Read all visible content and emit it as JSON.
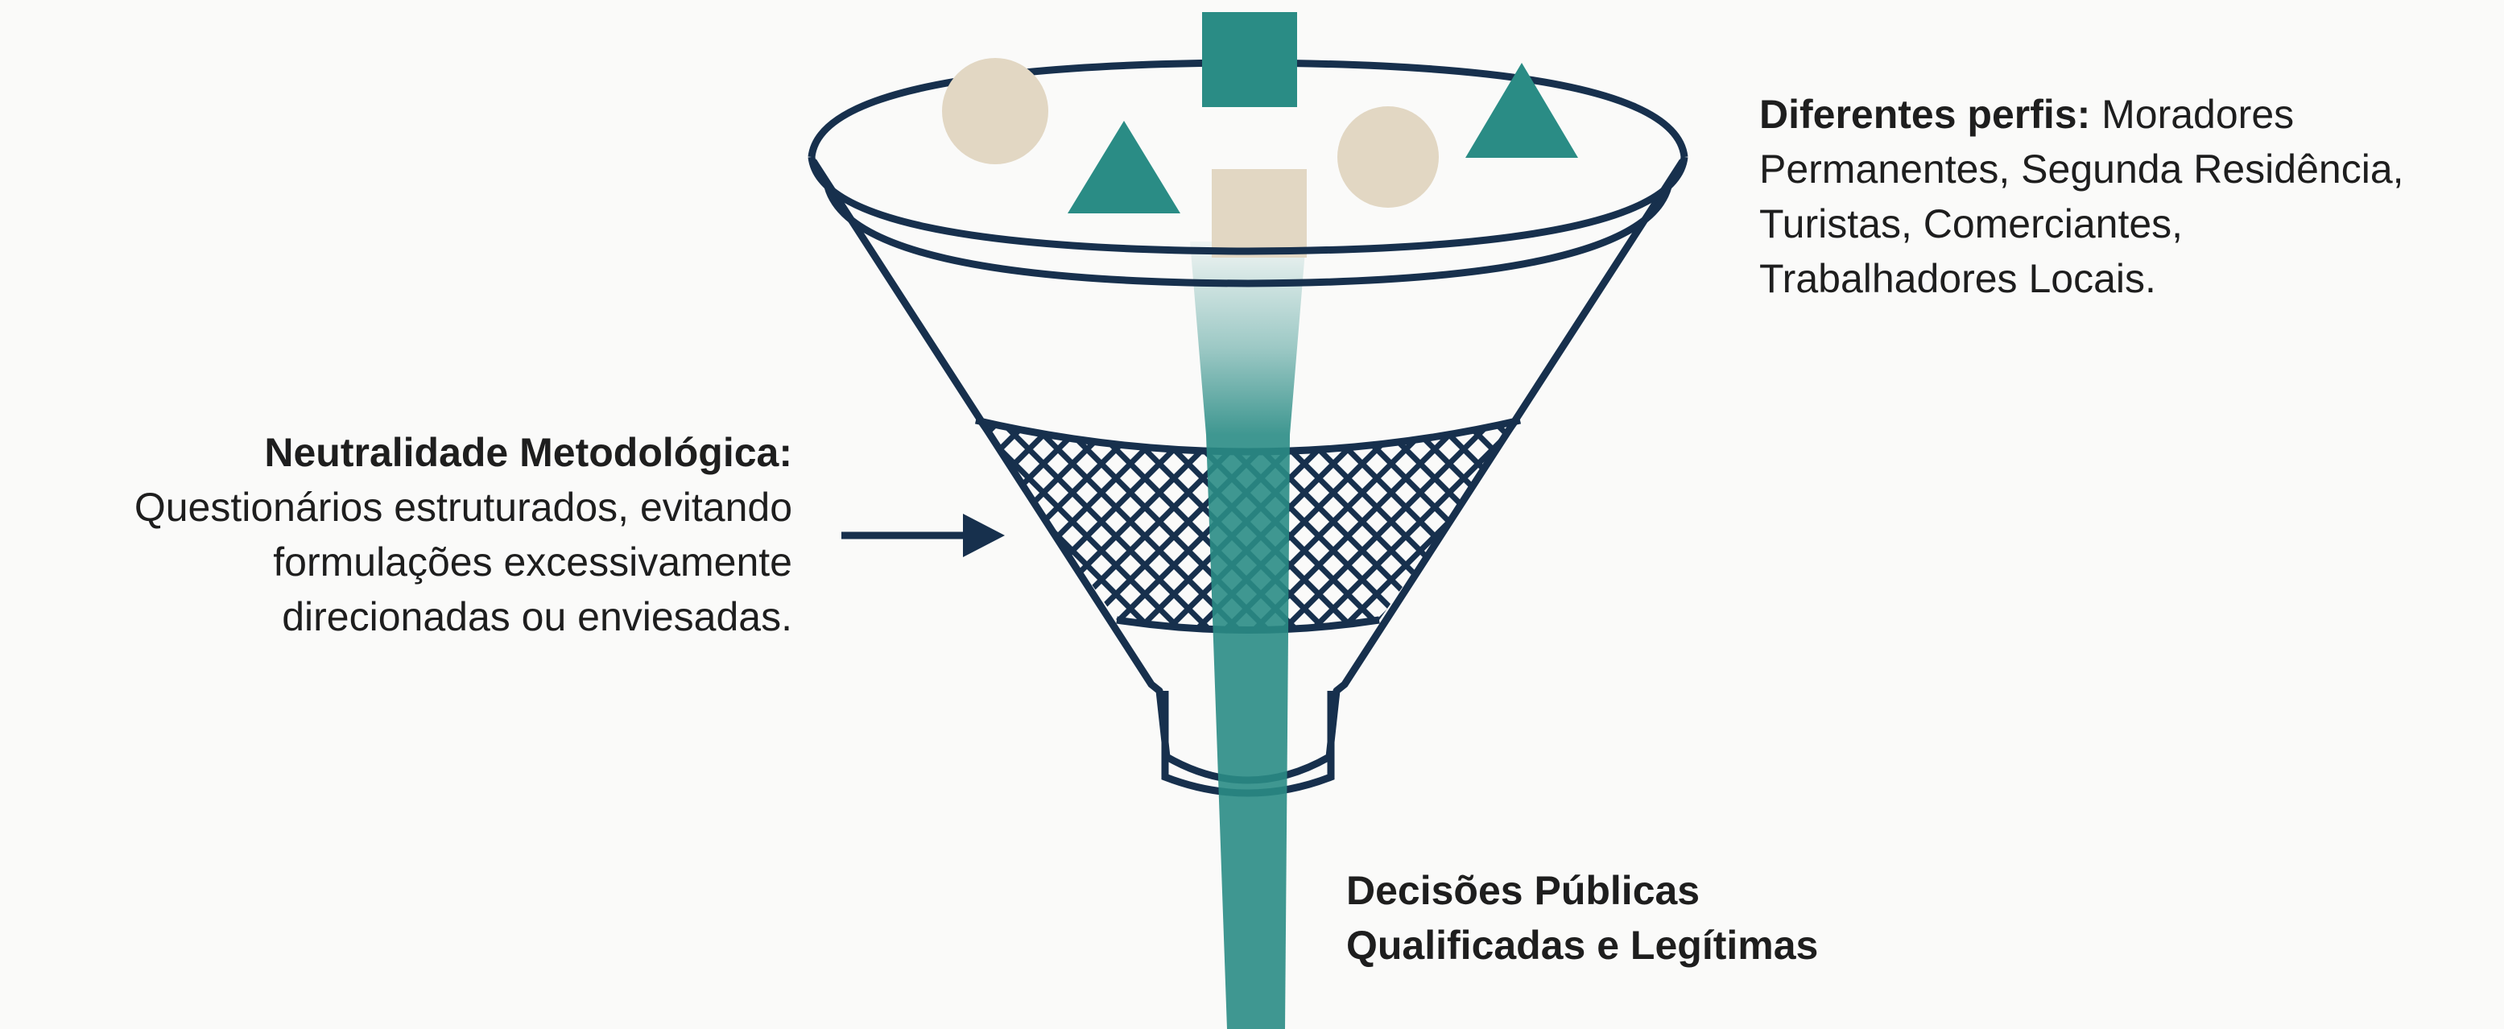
{
  "colors": {
    "outline": "#17304d",
    "teal": "#2a8c85",
    "beige": "#e2d7c3",
    "background": "#fafaf9",
    "text": "#1e1e1e"
  },
  "inputs_label": {
    "heading": "Diferentes perfis:",
    "line1_rest": "Moradores",
    "line2": "Permanentes, Segunda Residência,",
    "line3": "Turistas, Comerciantes,",
    "line4": "Trabalhadores Locais."
  },
  "filter_label": {
    "heading": "Neutralidade Metodológica:",
    "line2": "Questionários estruturados, evitando",
    "line3": "formulações excessivamente",
    "line4": "direcionadas ou enviesadas."
  },
  "output_label": {
    "line1": "Decisões Públicas",
    "line2": "Qualificadas e Legítimas"
  }
}
